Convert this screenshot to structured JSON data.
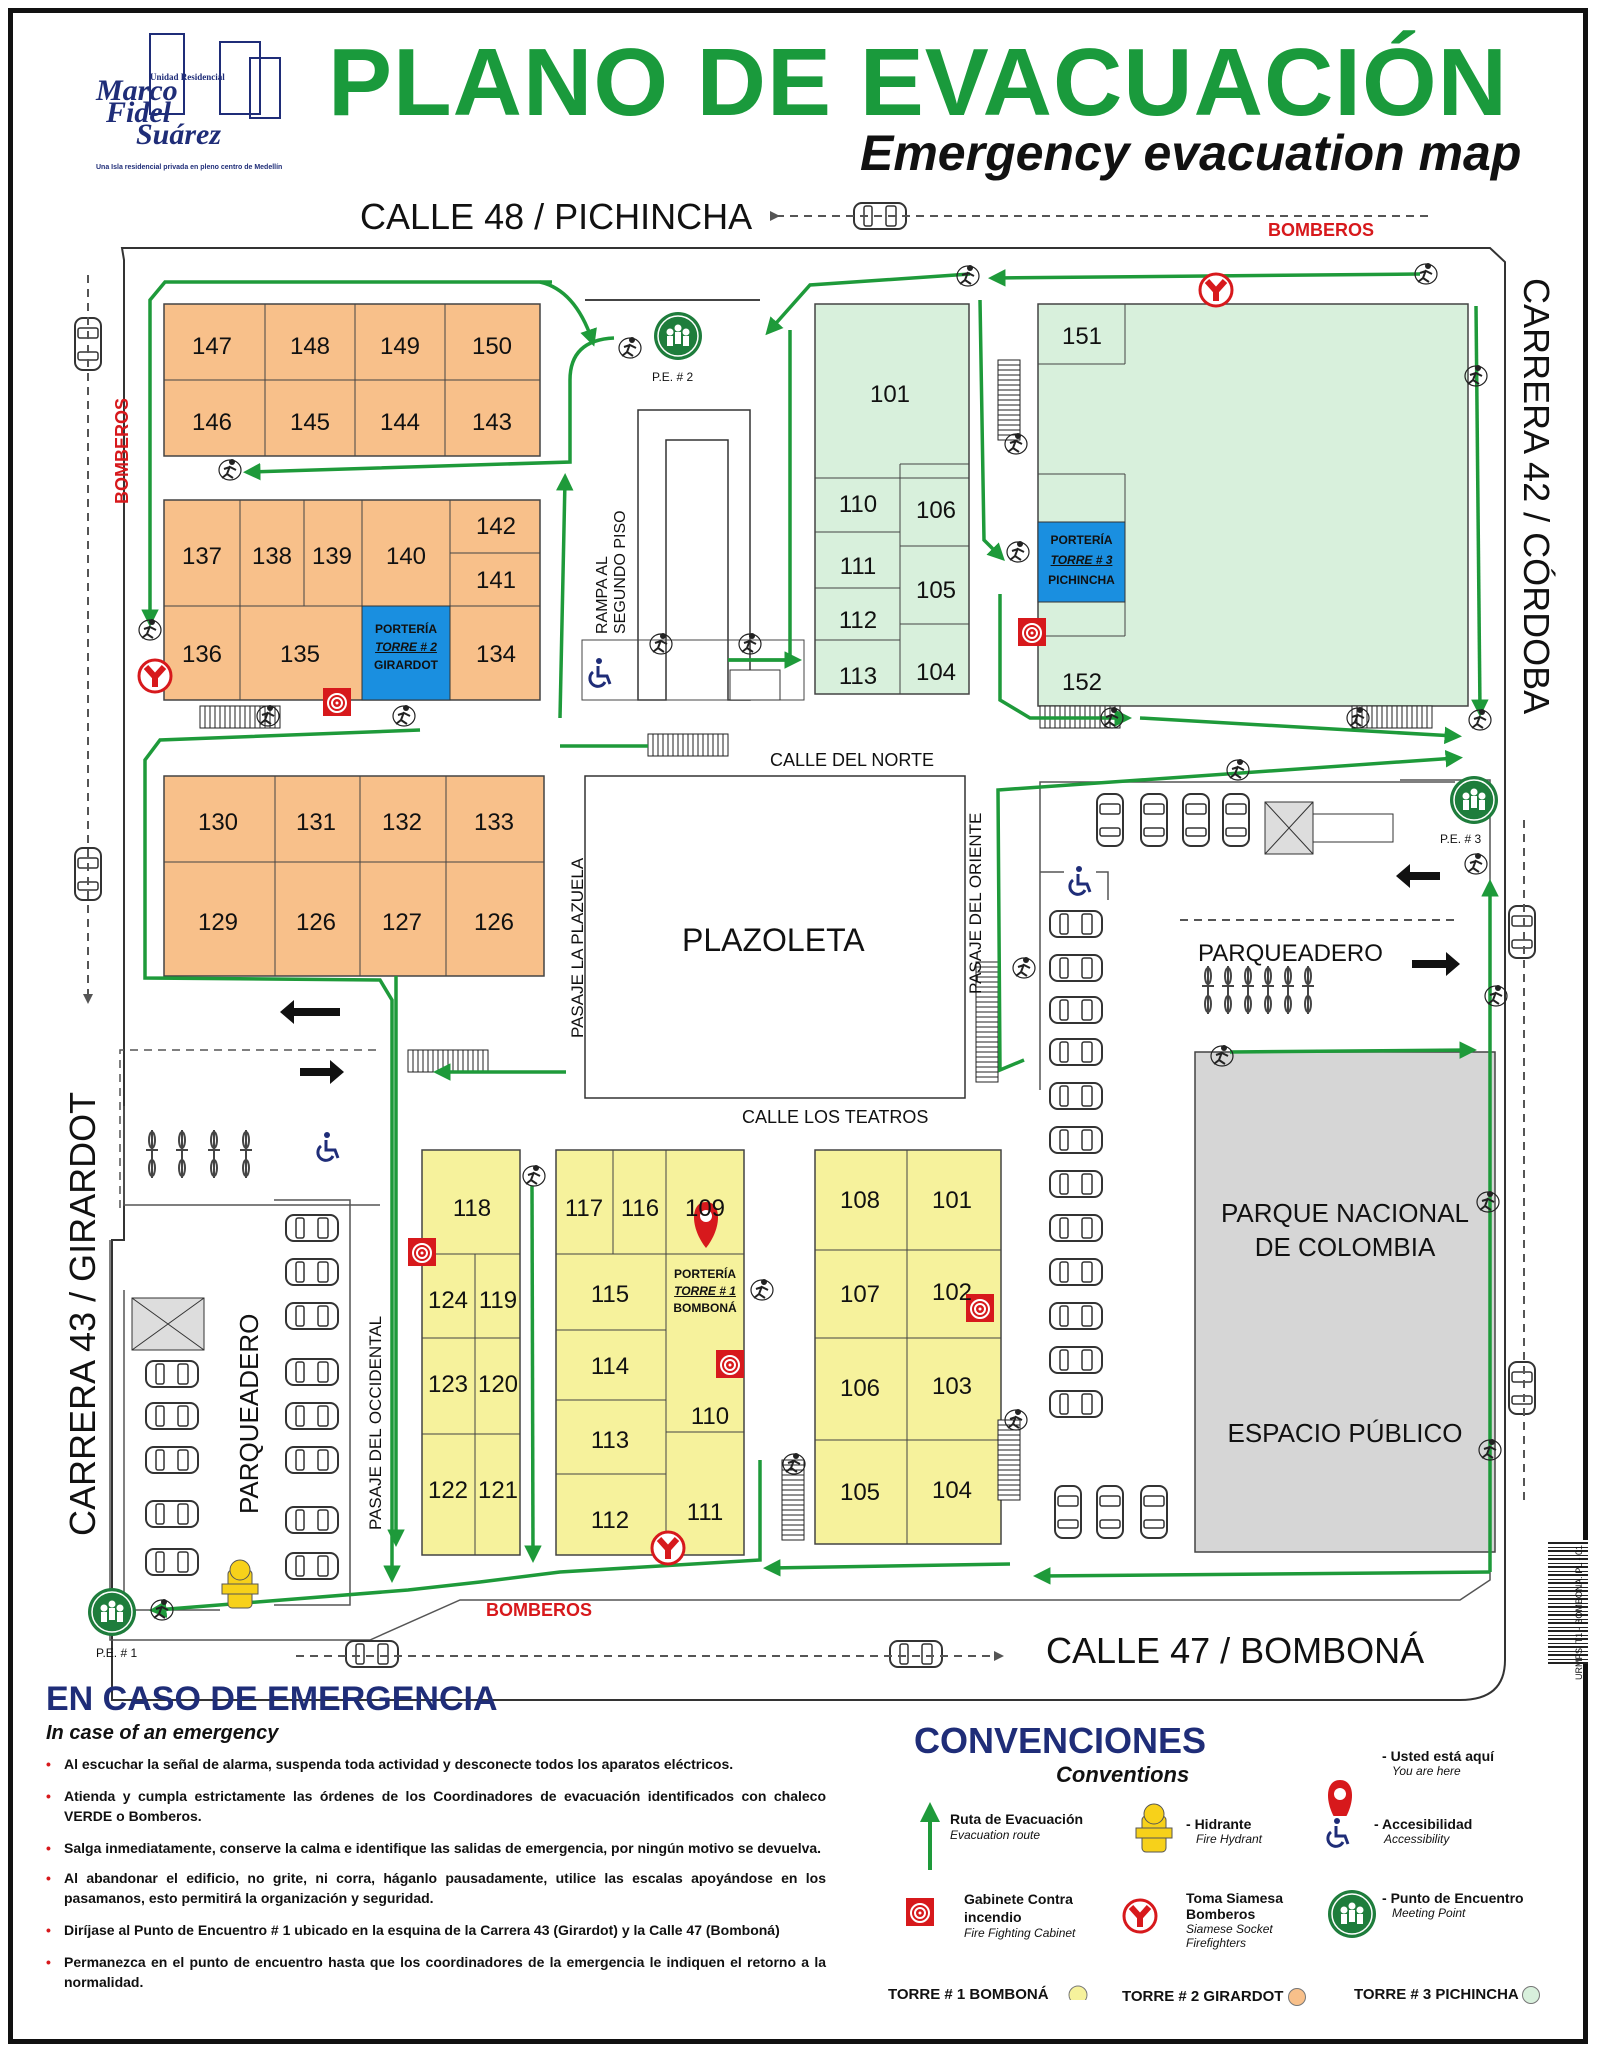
{
  "header": {
    "logo_small": "Unidad Residencial",
    "logo_line1": "Marco",
    "logo_line2": "Fidel",
    "logo_line3": "Suárez",
    "logo_tagline": "Una Isla residencial privada en pleno centro de Medellín",
    "title": "PLANO DE EVACUACIÓN",
    "subtitle": "Emergency evacuation map"
  },
  "streets": {
    "north": "CALLE 48 / PICHINCHA",
    "south": "CALLE 47 / BOMBONÁ",
    "east": "CARRERA 42 / CÓRDOBA",
    "west": "CARRERA 43 / GIRARDOT",
    "bomberos": "BOMBEROS"
  },
  "internal": {
    "calle_norte": "CALLE DEL NORTE",
    "calle_teatros": "CALLE LOS TEATROS",
    "pasaje_plazuela": "PASAJE LA PLAZUELA",
    "pasaje_oriente": "PASAJE DEL ORIENTE",
    "pasaje_occidental": "PASAJE DEL OCCIDENTAL",
    "plazoleta": "PLAZOLETA",
    "rampa_1": "RAMPA AL",
    "rampa_2": "SEGUNDO PISO",
    "parqueadero": "PARQUEADERO",
    "parque_1": "PARQUE NACIONAL",
    "parque_2": "DE COLOMBIA",
    "espacio": "ESPACIO PÚBLICO"
  },
  "meeting_points": {
    "pe1": "P.E. # 1",
    "pe2": "P.E. # 2",
    "pe3": "P.E. # 3"
  },
  "porterias": {
    "t1": {
      "l1": "PORTERÍA",
      "l2": "TORRE # 1",
      "l3": "BOMBONÁ"
    },
    "t2": {
      "l1": "PORTERÍA",
      "l2": "TORRE # 2",
      "l3": "GIRARDOT"
    },
    "t3": {
      "l1": "PORTERÍA",
      "l2": "TORRE # 3",
      "l3": "PICHINCHA"
    }
  },
  "units": {
    "t2": [
      "147",
      "148",
      "149",
      "150",
      "146",
      "145",
      "144",
      "143",
      "137",
      "138",
      "139",
      "140",
      "142",
      "141",
      "136",
      "135",
      "134",
      "130",
      "131",
      "132",
      "133",
      "129",
      "126",
      "127",
      "126"
    ],
    "t3": [
      "101",
      "110",
      "106",
      "111",
      "105",
      "112",
      "113",
      "104",
      "151",
      "152"
    ],
    "t1": [
      "118",
      "124",
      "119",
      "123",
      "120",
      "122",
      "121",
      "117",
      "116",
      "109",
      "115",
      "114",
      "113",
      "110",
      "112",
      "111",
      "108",
      "101",
      "107",
      "102",
      "106",
      "103",
      "105",
      "104"
    ]
  },
  "emergency": {
    "title": "EN CASO DE EMERGENCIA",
    "subtitle": "In case of an emergency",
    "items": [
      "Al escuchar la señal de alarma, suspenda toda actividad y desconecte todos los aparatos eléctricos.",
      "Atienda y cumpla estrictamente las órdenes de los Coordinadores de evacuación identificados con chaleco VERDE o Bomberos.",
      "Salga inmediatamente, conserve la calma e identifique las salidas de emergencia, por ningún motivo se devuelva.",
      "Al abandonar el edificio, no grite, ni corra, háganlo pausadamente, utilice las escalas apoyándose en los pasamanos, esto permitirá la organización y seguridad.",
      "Diríjase al Punto de Encuentro # 1  ubicado en la esquina de la Carrera 43 (Girardot)  y la Calle 47 (Bomboná)",
      "Permanezca en el punto de encuentro hasta que los coordinadores de la emergencia le indiquen el retorno a la normalidad."
    ]
  },
  "conventions": {
    "title": "CONVENCIONES",
    "subtitle": "Conventions",
    "you_are_here": "Usted está aquí",
    "you_are_here_en": "You are here",
    "route": "Ruta de Evacuación",
    "route_en": "Evacuation route",
    "hydrant": "Hidrante",
    "hydrant_en": "Fire Hydrant",
    "access": "Accesibilidad",
    "access_en": "Accessibility",
    "cabinet": "Gabinete Contra incendio",
    "cabinet_en": "Fire Fighting Cabinet",
    "siamese": "Toma Siamesa Bomberos",
    "siamese_en": "Siamese Socket Firefighters",
    "meeting": "Punto de Encuentro",
    "meeting_en": "Meeting Point",
    "tower1": "TORRE # 1 BOMBONÁ",
    "tower2": "TORRE # 2 GIRARDOT",
    "tower3": "TORRE # 3 PICHINCHA"
  },
  "footer_code": "URMFS. T1 - BOMBONA. PL - 01",
  "colors": {
    "title_green": "#1a9a3c",
    "route_green": "#1e9a3a",
    "torre1": "#f6f29c",
    "torre2": "#f8c08a",
    "torre3": "#d8f0dc",
    "porteria_blue": "#1a8fe0",
    "bomberos_red": "#d7191c",
    "navy": "#1f2d78",
    "park_gray": "#d6d6d6"
  }
}
